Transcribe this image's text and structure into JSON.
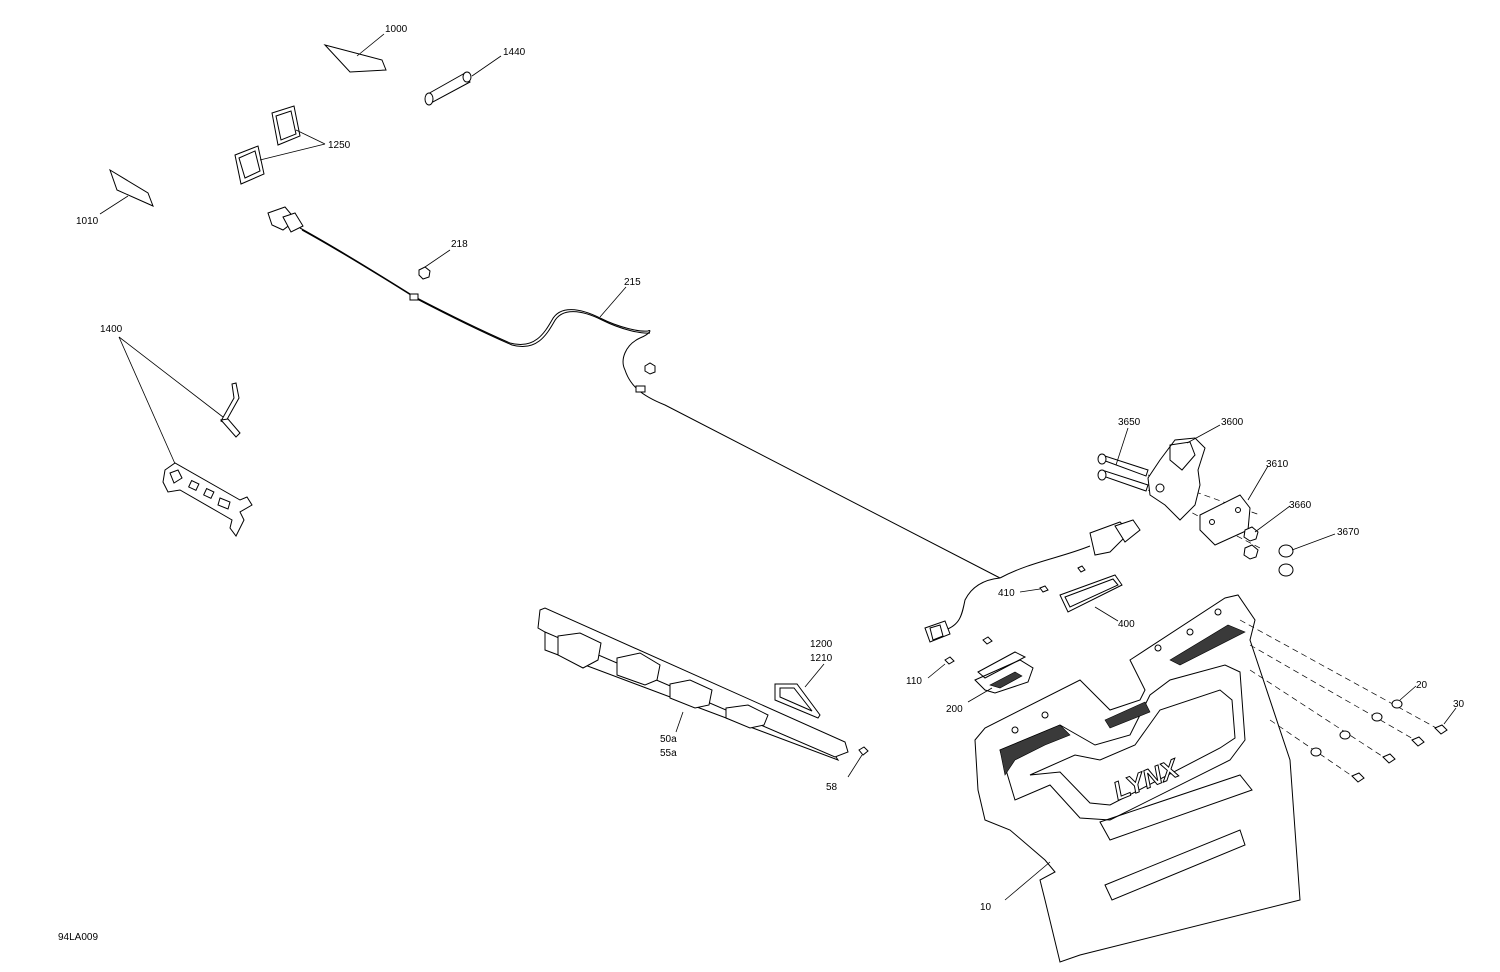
{
  "diagram": {
    "drawing_id": "94LA009",
    "brand_logo": "LYNX",
    "callouts": {
      "c1000": "1000",
      "c1440": "1440",
      "c1250": "1250",
      "c1010": "1010",
      "c218": "218",
      "c215": "215",
      "c1400": "1400",
      "c3650": "3650",
      "c3600": "3600",
      "c3610": "3610",
      "c3660": "3660",
      "c3670": "3670",
      "c410": "410",
      "c400": "400",
      "c1200": "1200",
      "c1210": "1210",
      "c110": "110",
      "c200": "200",
      "c20": "20",
      "c30": "30",
      "c50a": "50a",
      "c55a": "55a",
      "c58": "58",
      "c10": "10"
    }
  }
}
